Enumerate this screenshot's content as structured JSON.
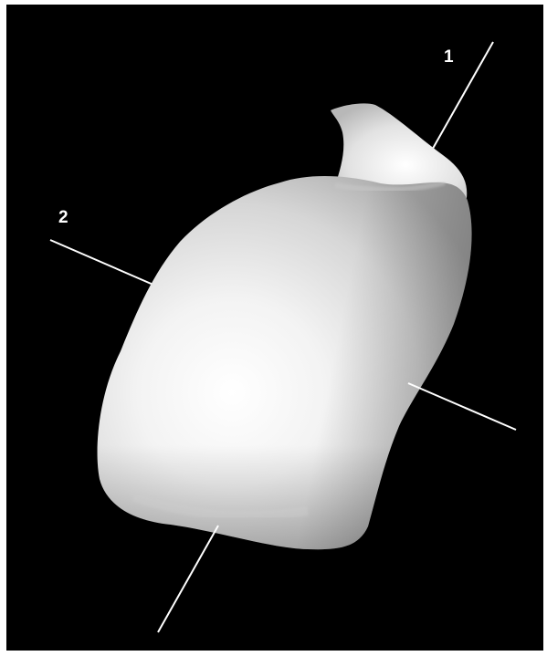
{
  "figure": {
    "subject": "shaded-3d-organ-surface",
    "background_color": "#000000",
    "surface_color": "#f2f2f2",
    "axis_line_color": "#ffffff"
  },
  "labels": {
    "axis_1": "1",
    "axis_2": "2"
  }
}
